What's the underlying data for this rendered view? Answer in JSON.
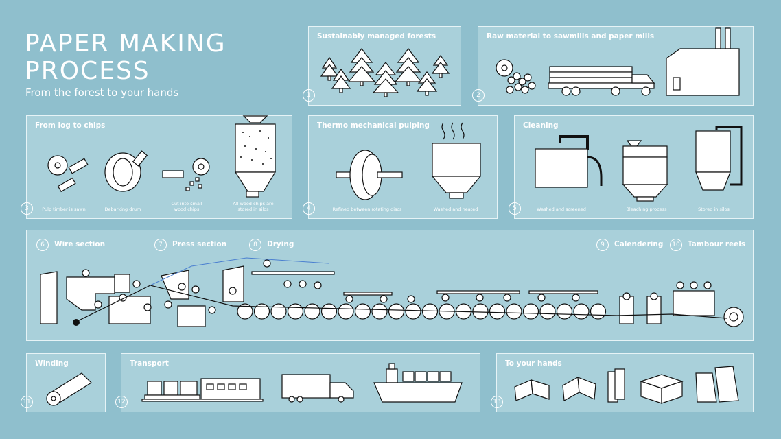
{
  "header": {
    "title_line1": "PAPER MAKING",
    "title_line2": "PROCESS",
    "subtitle": "From the forest to your hands"
  },
  "steps": [
    {
      "number": "1",
      "title": "Sustainably managed forests"
    },
    {
      "number": "2",
      "title": "Raw material to sawmills and paper mills"
    },
    {
      "number": "3",
      "title": "From log to chips",
      "captions": [
        "Pulp timber is sawn",
        "Debarking drum",
        "Cut into small wood chips",
        "All wood chips are stored in silos"
      ]
    },
    {
      "number": "4",
      "title": "Thermo mechanical pulping",
      "captions": [
        "Refined between rotating discs",
        "Washed and heated"
      ]
    },
    {
      "number": "5",
      "title": "Cleaning",
      "captions": [
        "Washed and screened",
        "Bleaching process",
        "Stored in silos"
      ]
    },
    {
      "number": "6",
      "title": "Wire section"
    },
    {
      "number": "7",
      "title": "Press section"
    },
    {
      "number": "8",
      "title": "Drying"
    },
    {
      "number": "9",
      "title": "Calendering"
    },
    {
      "number": "10",
      "title": "Tambour reels"
    },
    {
      "number": "11",
      "title": "Winding"
    },
    {
      "number": "12",
      "title": "Transport"
    },
    {
      "number": "13",
      "title": "To your hands"
    }
  ],
  "colors": {
    "background": "#8fbfcd",
    "panel": "#a9d0da",
    "border": "#e6f3f6",
    "ink": "#111111"
  }
}
